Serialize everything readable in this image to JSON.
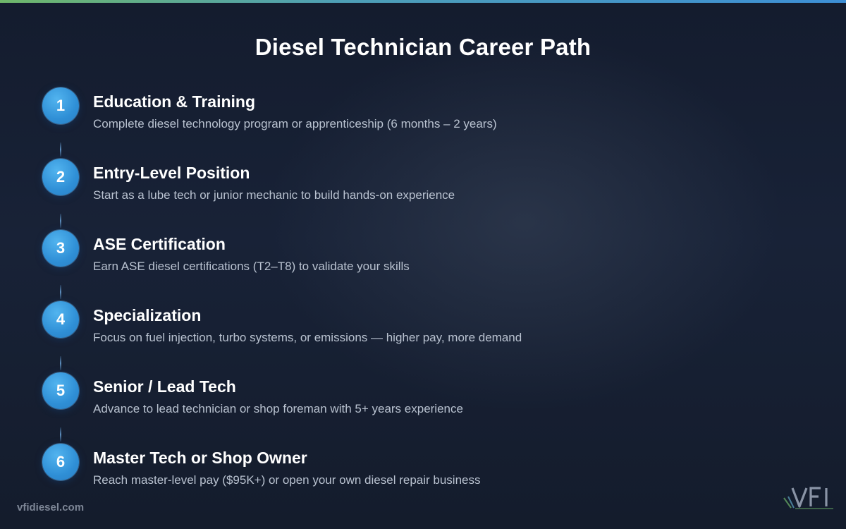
{
  "title": "Diesel Technician Career Path",
  "colors": {
    "accent_blue": "#2f8fd6",
    "top_bar_start": "#6fb76a",
    "top_bar_end": "#3d8fd6",
    "background": "#172033",
    "description_text": "#b9c2d0"
  },
  "steps": [
    {
      "number": "1",
      "title": "Education & Training",
      "description": "Complete diesel technology program or apprenticeship (6 months – 2 years)"
    },
    {
      "number": "2",
      "title": "Entry-Level Position",
      "description": "Start as a lube tech or junior mechanic to build hands-on experience"
    },
    {
      "number": "3",
      "title": "ASE Certification",
      "description": "Earn ASE diesel certifications (T2–T8) to validate your skills"
    },
    {
      "number": "4",
      "title": "Specialization",
      "description": "Focus on fuel injection, turbo systems, or emissions — higher pay, more demand"
    },
    {
      "number": "5",
      "title": "Senior / Lead Tech",
      "description": "Advance to lead technician or shop foreman with 5+ years experience"
    },
    {
      "number": "6",
      "title": "Master Tech or Shop Owner",
      "description": "Reach master-level pay ($95K+) or open your own diesel repair business"
    }
  ],
  "footer": {
    "site": "vfidiesel.com",
    "logo_text": "VFI",
    "logo_icon": "vfi-logo-icon"
  }
}
